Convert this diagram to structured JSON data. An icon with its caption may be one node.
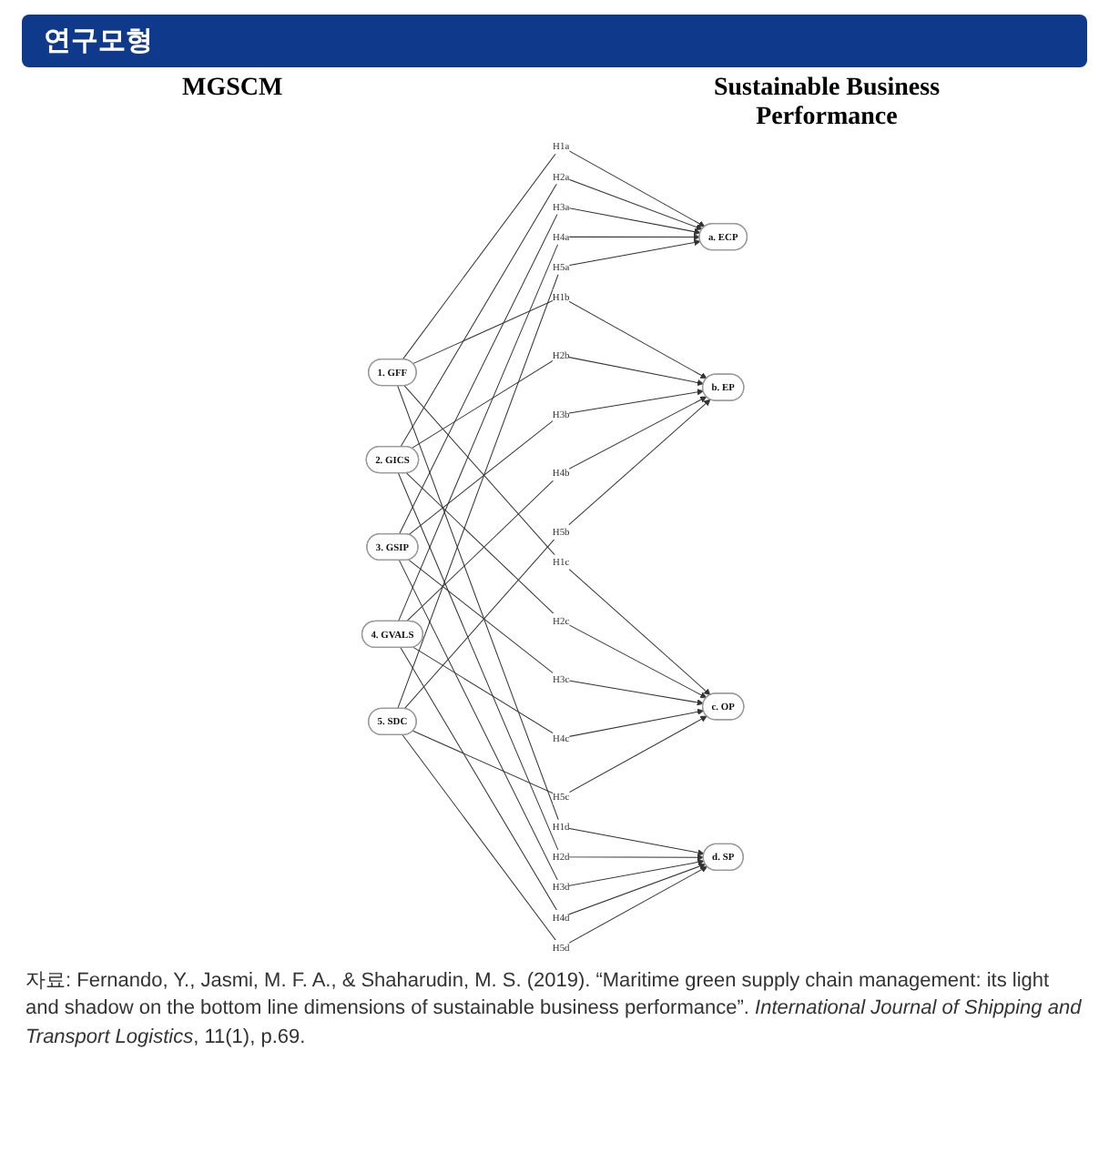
{
  "diagram": {
    "title": "연구모형",
    "caption": "자료: Fernando, Y., Jasmi, M. F. A., & Shaharudin, M. S. (2019). “Maritime green supply chain management: its light and shadow on the bottom line dimensions of sustainable business performance”. *International Journal of Shipping and Transport Logistics*, 11(1), p.69.",
    "nodes": [
      {
        "text": [
          "1. GFF"
        ]
      },
      {
        "text": [
          "2. GICS"
        ]
      },
      {
        "text": [
          "3. GSIP"
        ]
      },
      {
        "text": [
          "4. GVALS"
        ]
      },
      {
        "text": [
          "5. SDC"
        ]
      },
      {
        "text": [
          "a. ECP"
        ]
      },
      {
        "text": [
          "b. EP"
        ]
      },
      {
        "text": [
          "c. OP"
        ]
      },
      {
        "text": [
          "d. SP"
        ]
      }
    ],
    "edges": [
      {
        "from": 0,
        "to": 5,
        "arrow": "to",
        "label": "H1a"
      },
      {
        "from": 0,
        "to": 6,
        "arrow": "to",
        "label": "H1b"
      },
      {
        "from": 0,
        "to": 7,
        "arrow": "to",
        "label": "H1c"
      },
      {
        "from": 0,
        "to": 8,
        "arrow": "to",
        "label": "H1d"
      },
      {
        "from": 1,
        "to": 5,
        "arrow": "to",
        "label": "H2a"
      },
      {
        "from": 1,
        "to": 6,
        "arrow": "to",
        "label": "H2b"
      },
      {
        "from": 1,
        "to": 7,
        "arrow": "to",
        "label": "H2c"
      },
      {
        "from": 1,
        "to": 8,
        "arrow": "to",
        "label": "H2d"
      },
      {
        "from": 2,
        "to": 5,
        "arrow": "to",
        "label": "H3a"
      },
      {
        "from": 2,
        "to": 6,
        "arrow": "to",
        "label": "H3b"
      },
      {
        "from": 2,
        "to": 7,
        "arrow": "to",
        "label": "H3c"
      },
      {
        "from": 2,
        "to": 8,
        "arrow": "to",
        "label": "H3d"
      },
      {
        "from": 3,
        "to": 5,
        "arrow": "to",
        "label": "H4a"
      },
      {
        "from": 3,
        "to": 6,
        "arrow": "to",
        "label": "H4b"
      },
      {
        "from": 3,
        "to": 7,
        "arrow": "to",
        "label": "H4c"
      },
      {
        "from": 3,
        "to": 8,
        "arrow": "to",
        "label": "H4d"
      },
      {
        "from": 4,
        "to": 5,
        "arrow": "to",
        "label": "H5a"
      },
      {
        "from": 4,
        "to": 6,
        "arrow": "to",
        "label": "H5b"
      },
      {
        "from": 4,
        "to": 7,
        "arrow": "to",
        "label": "H5c"
      },
      {
        "from": 4,
        "to": 8,
        "arrow": "to",
        "label": "H5d"
      }
    ],
    "labels": [
      "MGSCM",
      "Sustainable Business Performance"
    ]
  }
}
